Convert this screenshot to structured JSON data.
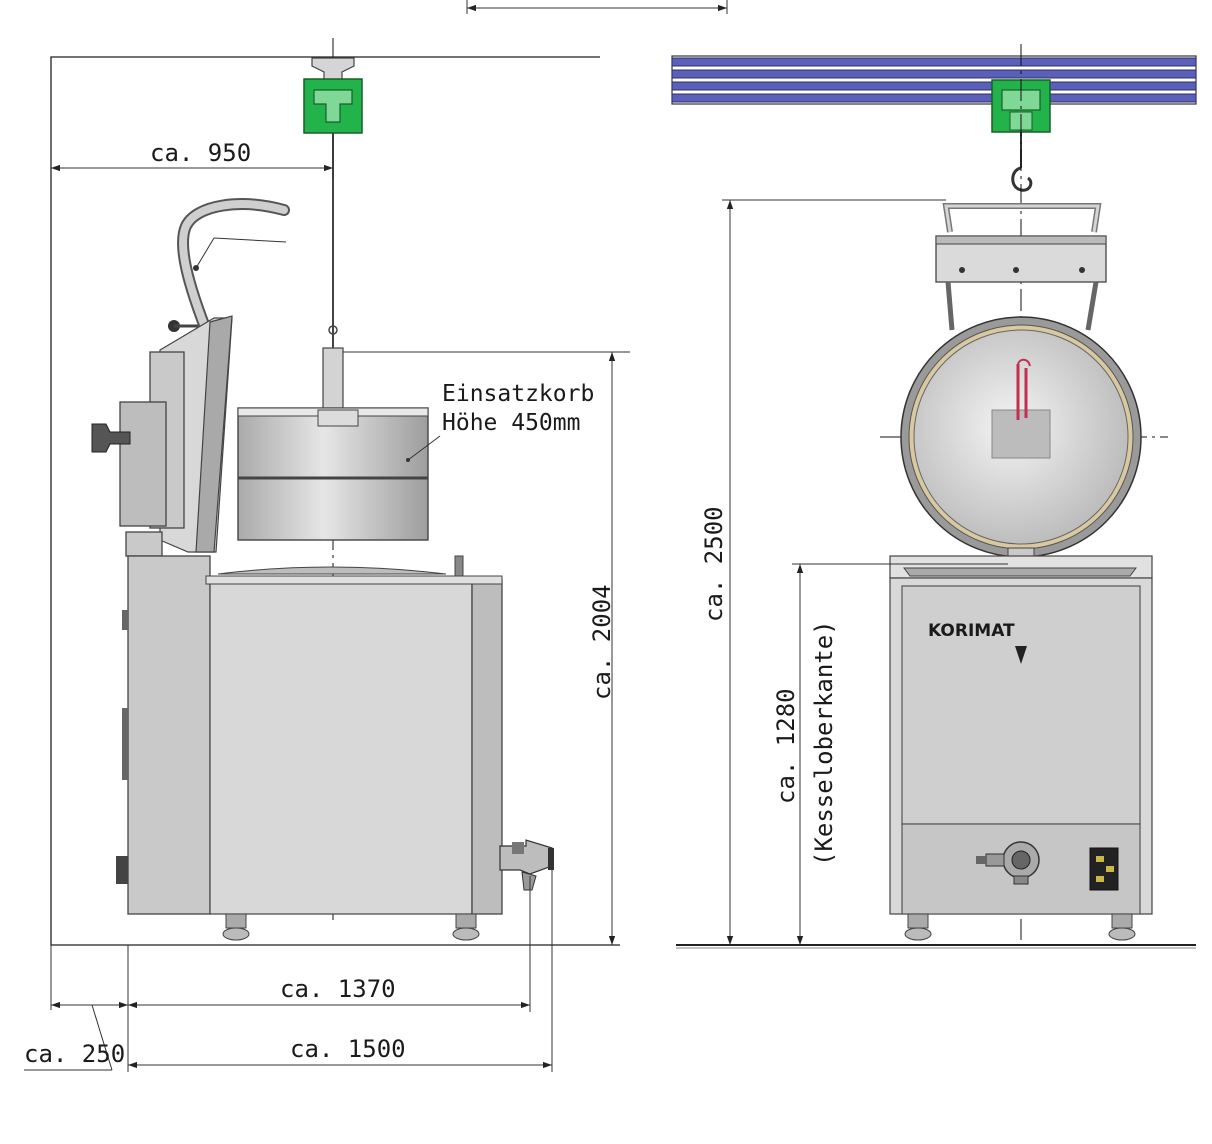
{
  "side_view": {
    "dim_width_950": "ca. 950",
    "basket_label_line1": "Einsatzkorb",
    "basket_label_line2": "Höhe 450mm",
    "dim_height_2004": "ca. 2004",
    "dim_depth_1370": "ca. 1370",
    "dim_depth_1500": "ca. 1500",
    "dim_offset_250": "ca. 250"
  },
  "front_view": {
    "brand": "KORIMAT",
    "dim_height_2500": "ca. 2500",
    "dim_height_1280": "ca. 1280",
    "dim_height_1280_note": "(Kesseloberkante)"
  },
  "colors": {
    "hoist_green": "#22b34a",
    "rail_blue": "#5a5fb8",
    "steel": "#c9c9c9",
    "line": "#222222"
  },
  "icons": {
    "hoist_trolley": "green-trolley-icon",
    "hook": "crane-hook-icon"
  }
}
